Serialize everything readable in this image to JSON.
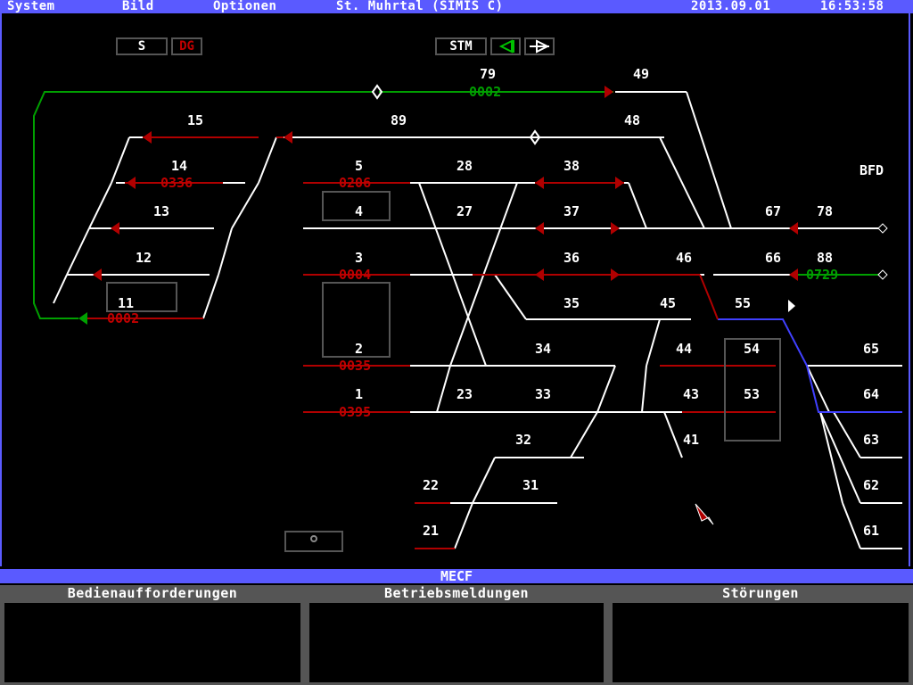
{
  "menu": {
    "system": "System",
    "bild": "Bild",
    "optionen": "Optionen",
    "station": "St. Muhrtal (SIMIS C)",
    "date": "2013.09.01",
    "time": "16:53:58"
  },
  "toolbar": {
    "s_label": "S",
    "dg_label": "DG",
    "stm_label": "STM"
  },
  "track_labels": {
    "t79": "79",
    "t49": "49",
    "t15": "15",
    "t89": "89",
    "t48": "48",
    "t14": "14",
    "t5": "5",
    "t28": "28",
    "t38": "38",
    "t13": "13",
    "t4": "4",
    "t27": "27",
    "t37": "37",
    "t67": "67",
    "t78": "78",
    "t12": "12",
    "t3": "3",
    "t36": "36",
    "t46": "46",
    "t66": "66",
    "t88": "88",
    "t11": "11",
    "t35": "35",
    "t45": "45",
    "t55": "55",
    "t2": "2",
    "t34": "34",
    "t44": "44",
    "t54": "54",
    "t65": "65",
    "t1": "1",
    "t23": "23",
    "t33": "33",
    "t43": "43",
    "t53": "53",
    "t64": "64",
    "t32": "32",
    "t41": "41",
    "t63": "63",
    "t22": "22",
    "t31": "31",
    "t62": "62",
    "t21": "21",
    "t61": "61"
  },
  "train_numbers": {
    "n79": "0002",
    "n14": "0336",
    "n5": "0206",
    "n3": "0004",
    "n11": "0002",
    "n2": "0035",
    "n1": "0395",
    "n88": "0729"
  },
  "bfd_label": "BFD",
  "status": {
    "label": "MECF"
  },
  "panels": {
    "bedien": "Bedienaufforderungen",
    "betrieb": "Betriebsmeldungen",
    "stoerungen": "Störungen"
  },
  "colors": {
    "menu_bg": "#5a5aff",
    "occupied": "#b00000",
    "route_green": "#00a000",
    "free_track": "#ffffff",
    "blue_route": "#4040ff",
    "panel_bg": "#555555"
  }
}
